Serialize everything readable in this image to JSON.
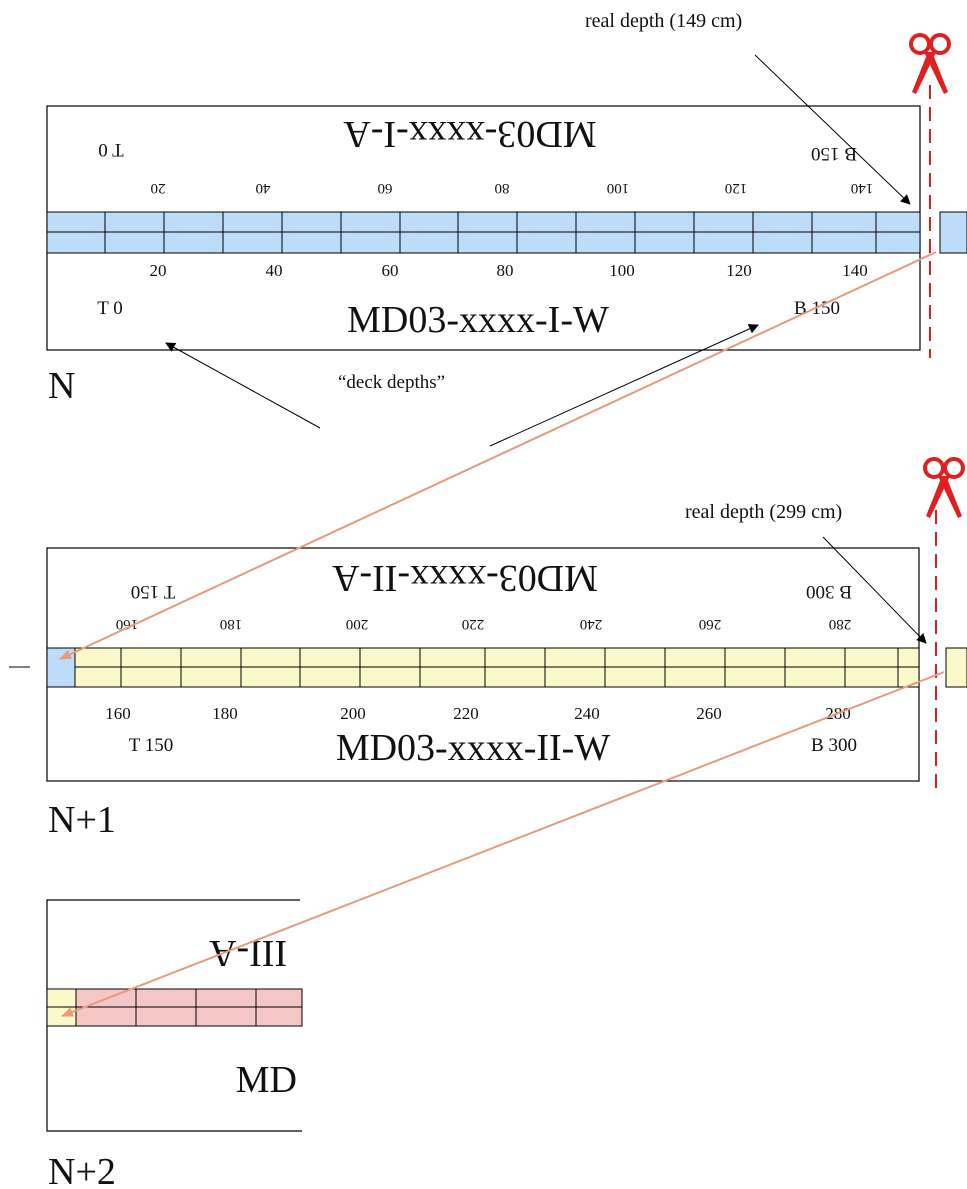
{
  "annotations": {
    "real_depth_1": "real depth (149 cm)",
    "real_depth_2": "real depth (299 cm)",
    "deck_depths": "“deck depths”"
  },
  "sections": [
    {
      "label": "N",
      "archive_half": "MD03-xxxx-I-A",
      "working_half": "MD03-xxxx-I-W",
      "top_label": "T 0",
      "bottom_label": "B 150",
      "top_label_flipped": "T 0",
      "bottom_label_flipped": "B 150",
      "ticks_bottom": [
        "20",
        "40",
        "60",
        "80",
        "100",
        "120",
        "140"
      ],
      "ticks_top": [
        "20",
        "40",
        "60",
        "80",
        "100",
        "120",
        "140"
      ]
    },
    {
      "label": "N+1",
      "archive_half": "MD03-xxxx-II-A",
      "working_half": "MD03-xxxx-II-W",
      "top_label": "T 150",
      "bottom_label": "B 300",
      "top_label_flipped": "T 150",
      "bottom_label_flipped": "B 300",
      "ticks_bottom": [
        "160",
        "180",
        "200",
        "220",
        "240",
        "260",
        "280"
      ],
      "ticks_top": [
        "160",
        "180",
        "200",
        "220",
        "240",
        "260",
        "280"
      ]
    },
    {
      "label": "N+2",
      "archive_half": "III-A",
      "working_half": "MD"
    }
  ],
  "colors": {
    "section_1": "#bcdcf7",
    "section_2": "#fbf9c9",
    "section_3": "#f5c6c6",
    "cut_line": "#e02020",
    "arrow": "#ea9a7c"
  },
  "icons": [
    "scissors-icon",
    "scissors-icon"
  ]
}
